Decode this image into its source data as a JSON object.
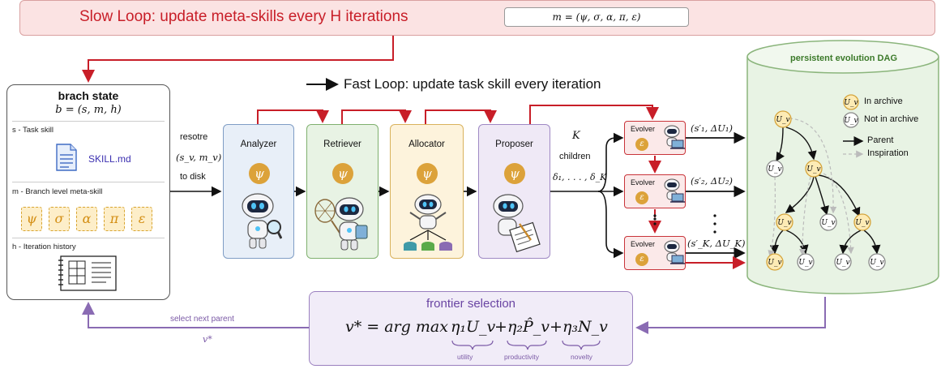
{
  "slow_loop": {
    "title": "Slow Loop: update meta-skills every H iterations",
    "formula": "m = (ψ, σ, α, π, ε)",
    "color": "#c81e28"
  },
  "fast_loop": {
    "title": "Fast Loop: update task skill every iteration"
  },
  "branch_state": {
    "title": "brach state",
    "formula": "b = (s, m, h)",
    "task_skill_label": "s - Task skill",
    "skill_file": "SKILL.md",
    "meta_label": "m - Branch level meta-skill",
    "meta_symbols": [
      "ψ",
      "σ",
      "α",
      "π",
      "ε"
    ],
    "history_label": "h - Iteration history"
  },
  "restore": {
    "line1": "resotre",
    "line2": "(s_v, m_v)",
    "line3": "to disk"
  },
  "modules": [
    {
      "label": "Analyzer",
      "symbol": "ψ",
      "bg": "#e8eff8",
      "border": "#7f9dc5"
    },
    {
      "label": "Retriever",
      "symbol": "ψ",
      "bg": "#e8f3e4",
      "border": "#7fb06e"
    },
    {
      "label": "Allocator",
      "symbol": "ψ",
      "bg": "#fdf3dc",
      "border": "#d9b25d"
    },
    {
      "label": "Proposer",
      "symbol": "ψ",
      "bg": "#efe9f6",
      "border": "#9f89c4"
    }
  ],
  "children": {
    "k": "K",
    "label": "children",
    "deltas": "δ₁, . . . , δ_K"
  },
  "evolvers": [
    {
      "label": "Evolver",
      "symbol": "ε",
      "output": "(s′₁, ΔU₁)"
    },
    {
      "label": "Evolver",
      "symbol": "ε",
      "output": "(s′₂, ΔU₂)"
    },
    {
      "label": "Evolver",
      "symbol": "ε",
      "output": "(s′_K, ΔU_K)"
    }
  ],
  "dag": {
    "title": "persistent evolution DAG",
    "node_label": "U_v",
    "legend": {
      "in_archive": "In archive",
      "not_in_archive": "Not in archive",
      "parent": "Parent",
      "inspiration": "Inspiration"
    }
  },
  "frontier": {
    "title": "frontier selection",
    "formula_lhs": "v* = arg max",
    "term1": "η₁U_v",
    "term2": "η₂P̂_v",
    "term3": "η₃N_v",
    "utility": "utility",
    "productivity": "productivity",
    "novelty": "novelty"
  },
  "select_parent": {
    "label": "select next parent",
    "symbol": "v*"
  },
  "colors": {
    "red": "#c81e28",
    "purple": "#8a6bb3",
    "archive_node_fill": "#fdebb5",
    "archive_node_stroke": "#d4a33a",
    "nonarchive_node_stroke": "#888888",
    "dag_green": "#3c7a2a"
  }
}
